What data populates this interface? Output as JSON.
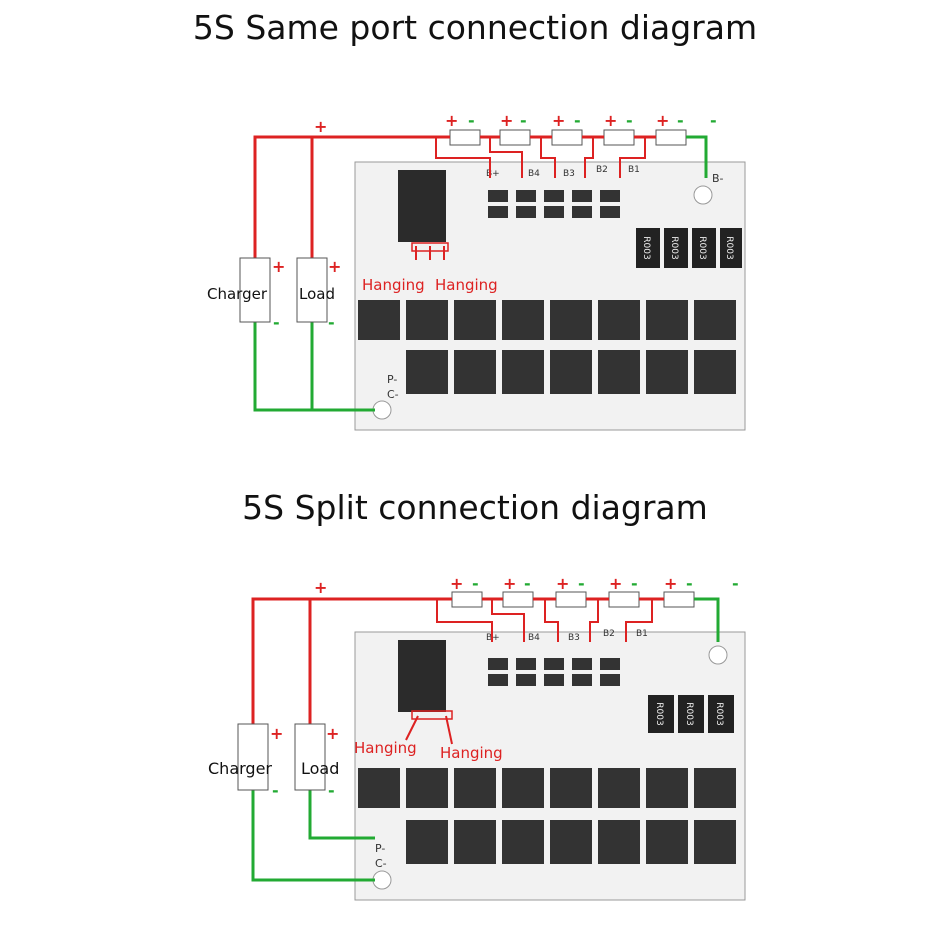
{
  "titles": {
    "top": "5S Same port connection diagram",
    "bottom": "5S Split connection diagram"
  },
  "labels": {
    "charger": "Charger",
    "load": "Load",
    "hanging": "Hanging",
    "plus": "+",
    "minus": "-",
    "b_minus": "B-",
    "b_plus": "B+",
    "b1": "B1",
    "b2": "B2",
    "b3": "B3",
    "b4": "B4",
    "p_minus": "P-",
    "c_minus": "C-",
    "resistor_code": "R003"
  },
  "colors": {
    "positive_wire": "#dd2222",
    "negative_wire": "#22aa33",
    "board": "#eeeeee",
    "mosfet": "#333333",
    "label_red": "#dd2222"
  }
}
